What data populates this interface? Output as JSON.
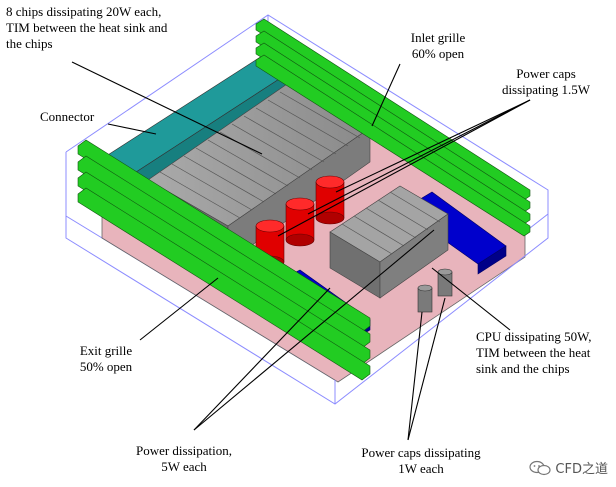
{
  "labels": {
    "chips": [
      "8 chips dissipating 20W each,",
      "TIM between the heat sink and",
      "the chips"
    ],
    "inlet": [
      "Inlet grille",
      "60% open"
    ],
    "power_caps_top": [
      "Power caps",
      "dissipating 1.5W"
    ],
    "connector": "Connector",
    "exit": [
      "Exit grille",
      "50% open"
    ],
    "cpu": [
      "CPU dissipating 50W,",
      "TIM between the heat",
      "sink and the chips"
    ],
    "power_dissipation": [
      "Power dissipation,",
      "5W each"
    ],
    "power_caps_bottom": [
      "Power caps dissipating",
      "1W each"
    ]
  },
  "watermark": "CFD之道",
  "colors": {
    "board": "#e8b4bc",
    "grille": "#22cc22",
    "heatsink": "#8e8e8e",
    "connector": "#1a8a8a",
    "chips": "#0000cc",
    "caps_red": "#e00000",
    "caps_gray": "#7a7a7a",
    "outline": "#8c8cff"
  }
}
